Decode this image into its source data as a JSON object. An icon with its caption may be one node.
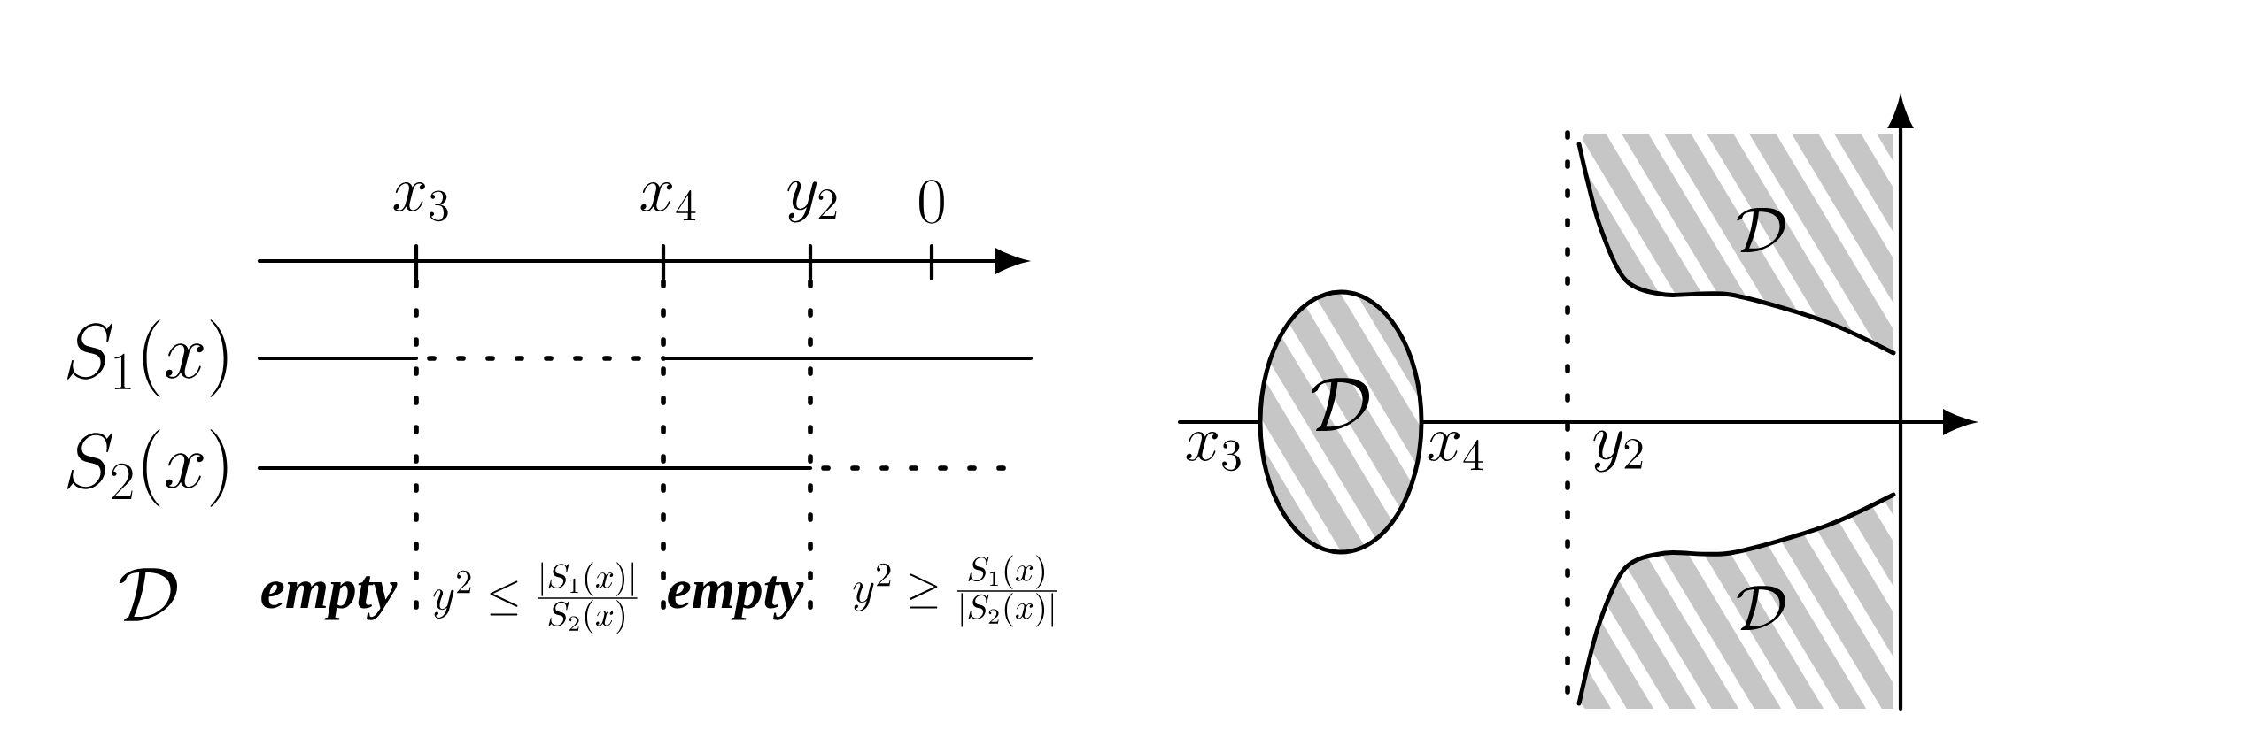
{
  "diagram": {
    "nodes": [
      {
        "text": [
          "\\mathcal{D}"
        ]
      },
      {
        "text": [
          "\\mathcal{D}"
        ]
      },
      {
        "text": [
          "\\mathcal{D}"
        ]
      }
    ],
    "labels": [
      "x_3",
      "x_4",
      "y_2",
      "0",
      "S_1(x)",
      "S_2(x)",
      "\\mathcal{D}",
      "empty",
      "y^2 \\leq \\frac{|S_1(x)|}{S_2(x)}",
      "empty",
      "y^2 \\geq \\frac{S_1(x)}{|S_2(x)|}",
      "x_3",
      "x_4",
      "y_2"
    ]
  }
}
